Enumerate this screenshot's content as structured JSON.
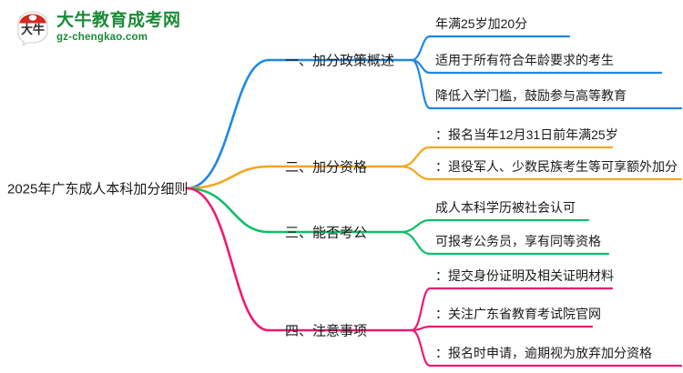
{
  "logo": {
    "mark_text": "大牛",
    "title": "大牛教育成考网",
    "subtitle": "gz-chengkao.com",
    "brand_green": "#1b8a37",
    "brand_red": "#d42a22"
  },
  "mindmap": {
    "root": {
      "label": "2025年广东成人本科加分细则"
    },
    "branches": [
      {
        "label": "一、加分政策概述",
        "color": "#1e88e5",
        "children": [
          {
            "label": "年满25岁加20分"
          },
          {
            "label": "适用于所有符合年龄要求的考生"
          },
          {
            "label": "降低入学门槛，鼓励参与高等教育"
          }
        ]
      },
      {
        "label": "二、加分资格",
        "color": "#f5a623",
        "children": [
          {
            "label": "：报名当年12月31日前年满25岁"
          },
          {
            "label": "：退役军人、少数民族考生等可享额外加分"
          }
        ]
      },
      {
        "label": "三、能否考公",
        "color": "#10be6c",
        "children": [
          {
            "label": "成人本科学历被社会认可"
          },
          {
            "label": "可报考公务员，享有同等资格"
          }
        ]
      },
      {
        "label": "四、注意事项",
        "color": "#ef1a71",
        "children": [
          {
            "label": "：提交身份证明及相关证明材料"
          },
          {
            "label": "：关注广东省教育考试院官网"
          },
          {
            "label": "：报名时申请，逾期视为放弃加分资格"
          }
        ]
      }
    ]
  }
}
